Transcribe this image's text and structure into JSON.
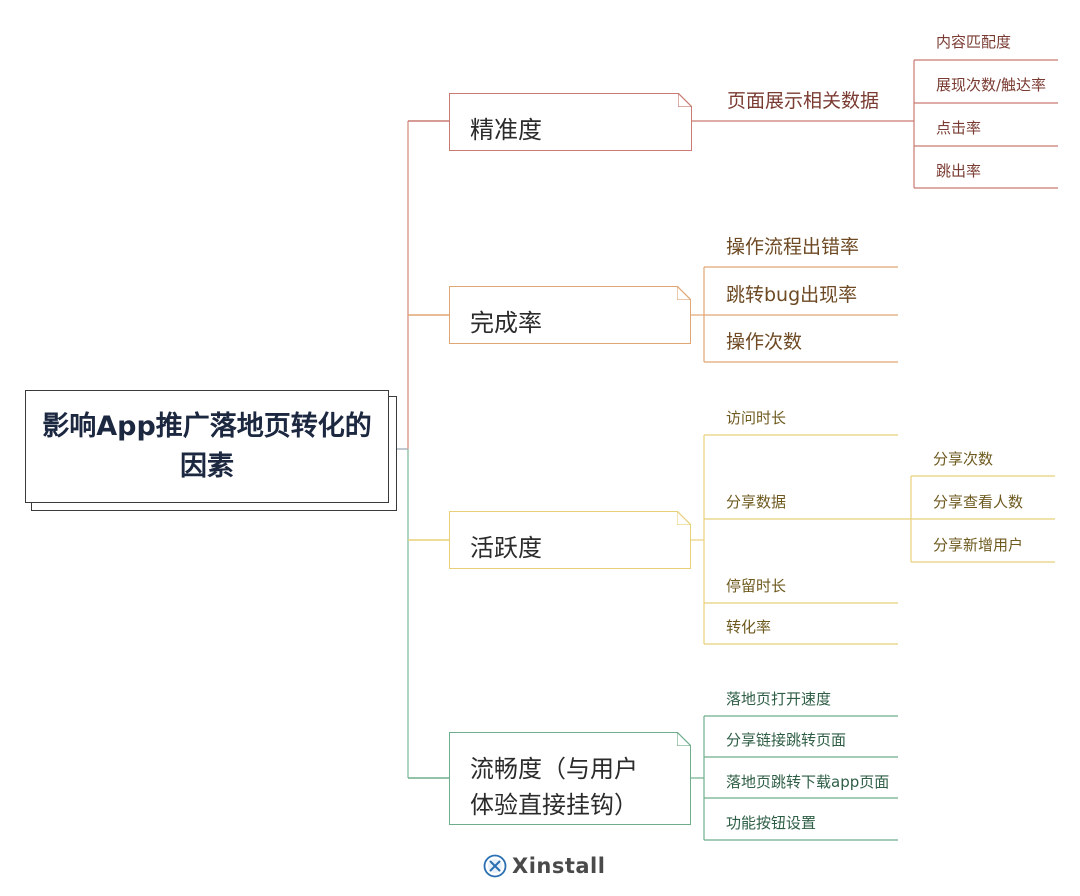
{
  "root": {
    "title": "影响App推广落地页转化的因素"
  },
  "colors": {
    "root_border": "#3a3a3a",
    "branch_precision": "#c97a72",
    "branch_completion": "#e0a673",
    "branch_activity": "#e8d07a",
    "branch_smoothness": "#6fae8c",
    "text_precision": "#7a3b32",
    "text_completion": "#6e4a24",
    "text_activity": "#6e5a1f",
    "text_smoothness": "#2e5e45"
  },
  "branches": {
    "precision": {
      "label": "精准度",
      "child": "页面展示相关数据",
      "items": [
        "内容匹配度",
        "展现次数/触达率",
        "点击率",
        "跳出率"
      ]
    },
    "completion": {
      "label": "完成率",
      "items": [
        "操作流程出错率",
        "跳转bug出现率",
        "操作次数"
      ]
    },
    "activity": {
      "label": "活跃度",
      "items": [
        "访问时长",
        "分享数据",
        "停留时长",
        "转化率"
      ],
      "share_items": [
        "分享次数",
        "分享查看人数",
        "分享新增用户"
      ]
    },
    "smoothness": {
      "label_line1": "流畅度（与用户",
      "label_line2": "体验直接挂钩）",
      "items": [
        "落地页打开速度",
        "分享链接跳转页面",
        "落地页跳转下载app页面",
        "功能按钮设置"
      ]
    }
  },
  "logo": {
    "text": "Xinstall",
    "icon": "xinstall-logo-icon"
  }
}
